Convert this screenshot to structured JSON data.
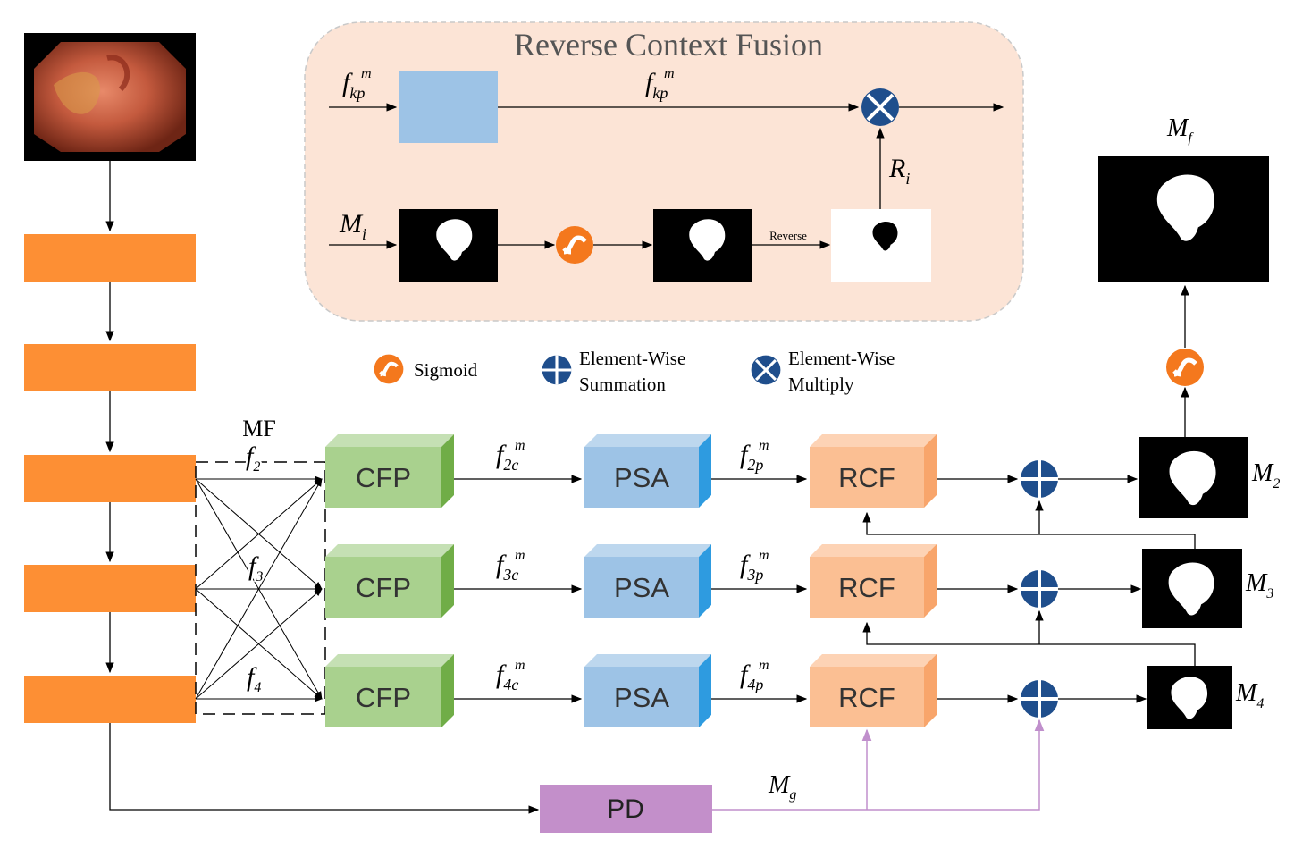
{
  "rcf_panel": {
    "title": "Reverse Context Fusion",
    "input_feature": {
      "base": "f",
      "sub": "kp",
      "sup": "m"
    },
    "mid_feature": {
      "base": "f",
      "sub": "kp",
      "sup": "m"
    },
    "mask_in": {
      "base": "M",
      "sub": "i"
    },
    "reverse_label": "Reverse",
    "reverse_map": {
      "base": "R",
      "sub": "i"
    }
  },
  "legend": {
    "sigmoid": "Sigmoid",
    "sum_line1": "Element-Wise",
    "sum_line2": "Summation",
    "mul_line1": "Element-Wise",
    "mul_line2": "Multiply"
  },
  "mf": {
    "label": "MF",
    "f2": {
      "base": "f",
      "sub": "2"
    },
    "f3": {
      "base": "f",
      "sub": "3"
    },
    "f4": {
      "base": "f",
      "sub": "4"
    }
  },
  "rows": [
    {
      "cfp": "CFP",
      "psa": "PSA",
      "rcf": "RCF",
      "fc": {
        "base": "f",
        "sub": "2c",
        "sup": "m"
      },
      "fp": {
        "base": "f",
        "sub": "2p",
        "sup": "m"
      },
      "mask": {
        "base": "M",
        "sub": "2"
      }
    },
    {
      "cfp": "CFP",
      "psa": "PSA",
      "rcf": "RCF",
      "fc": {
        "base": "f",
        "sub": "3c",
        "sup": "m"
      },
      "fp": {
        "base": "f",
        "sub": "3p",
        "sup": "m"
      },
      "mask": {
        "base": "M",
        "sub": "3"
      }
    },
    {
      "cfp": "CFP",
      "psa": "PSA",
      "rcf": "RCF",
      "fc": {
        "base": "f",
        "sub": "4c",
        "sup": "m"
      },
      "fp": {
        "base": "f",
        "sub": "4p",
        "sup": "m"
      },
      "mask": {
        "base": "M",
        "sub": "4"
      }
    }
  ],
  "pd": {
    "label": "PD",
    "mask": {
      "base": "M",
      "sub": "g"
    }
  },
  "final_mask": {
    "base": "M",
    "sub": "f"
  },
  "colors": {
    "encoder": "#fd8f34",
    "cfp_front": "#a9d18e",
    "cfp_side": "#70ad47",
    "psa_front": "#9dc3e6",
    "psa_side": "#2e9be0",
    "rcf_front": "#fbbf93",
    "rcf_side": "#f8a56b",
    "pd": "#c38fca",
    "panel_bg": "#fce4d6",
    "op_blue": "#1f4e8c",
    "sigmoid": "#f4781d"
  }
}
